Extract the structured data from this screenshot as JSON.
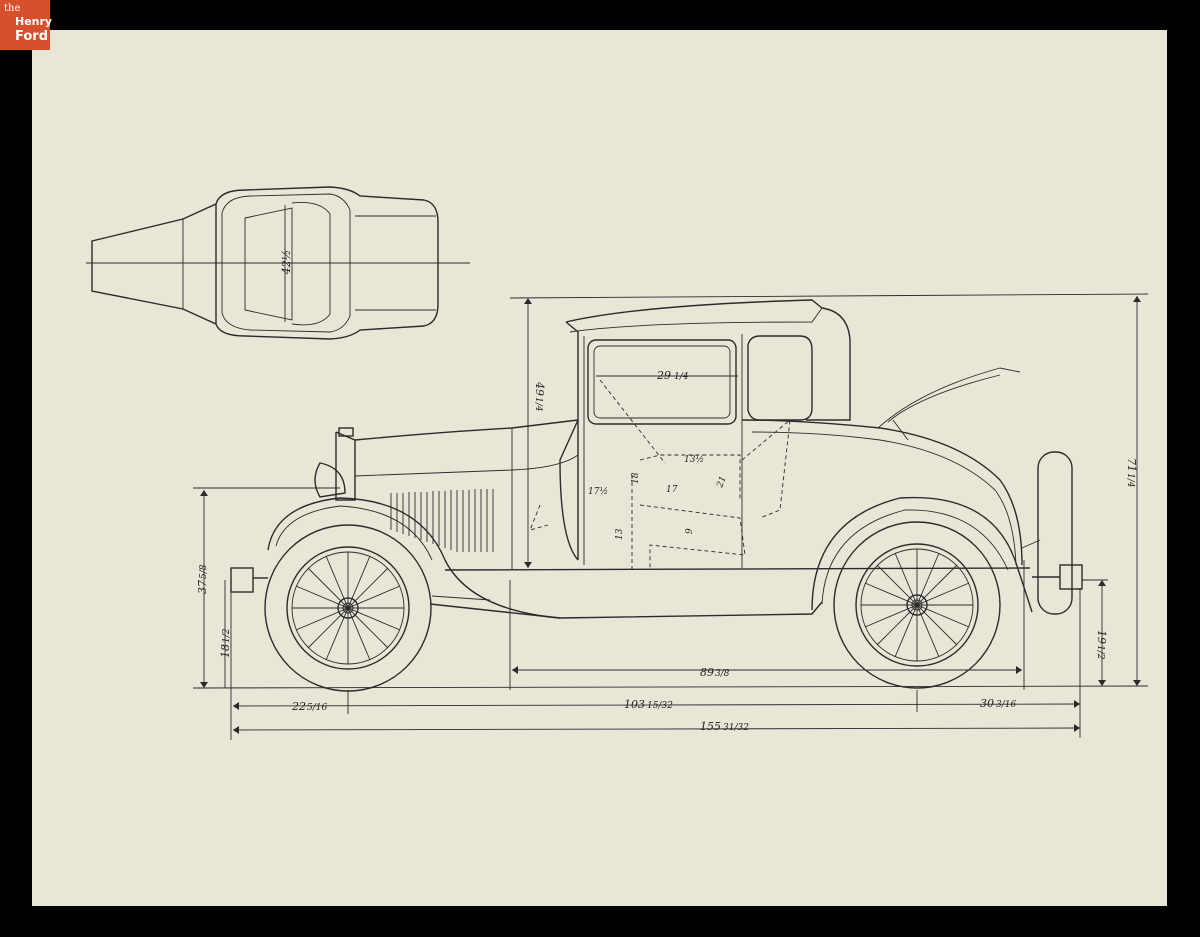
{
  "logo": {
    "line1": "the",
    "line2": "Henry",
    "line3": "Ford"
  },
  "dimensions": {
    "top_width": "42½",
    "window_width": "29",
    "window_width_frac": "1/4",
    "height_body": "49",
    "height_body_frac": "1/4",
    "height_total": "71",
    "height_total_frac": "1/4",
    "height_front": "37",
    "height_front_frac": "5/8",
    "height_axle_front": "18",
    "height_axle_front_frac": "1/2",
    "height_rear": "19",
    "height_rear_frac": "1/2",
    "seat_13_half": "13½",
    "seat_17_half": "17½",
    "seat_17": "17",
    "seat_21": "21",
    "seat_13": "13",
    "seat_9": "9",
    "seat_18": "18",
    "body_length": "89",
    "body_length_frac": "3/8",
    "front_overhang": "22",
    "front_overhang_frac": "5/16",
    "wheelbase": "103",
    "wheelbase_frac": "15/32",
    "rear_overhang": "30",
    "rear_overhang_frac": "3/16",
    "overall_length": "155",
    "overall_length_frac": "31/32"
  }
}
